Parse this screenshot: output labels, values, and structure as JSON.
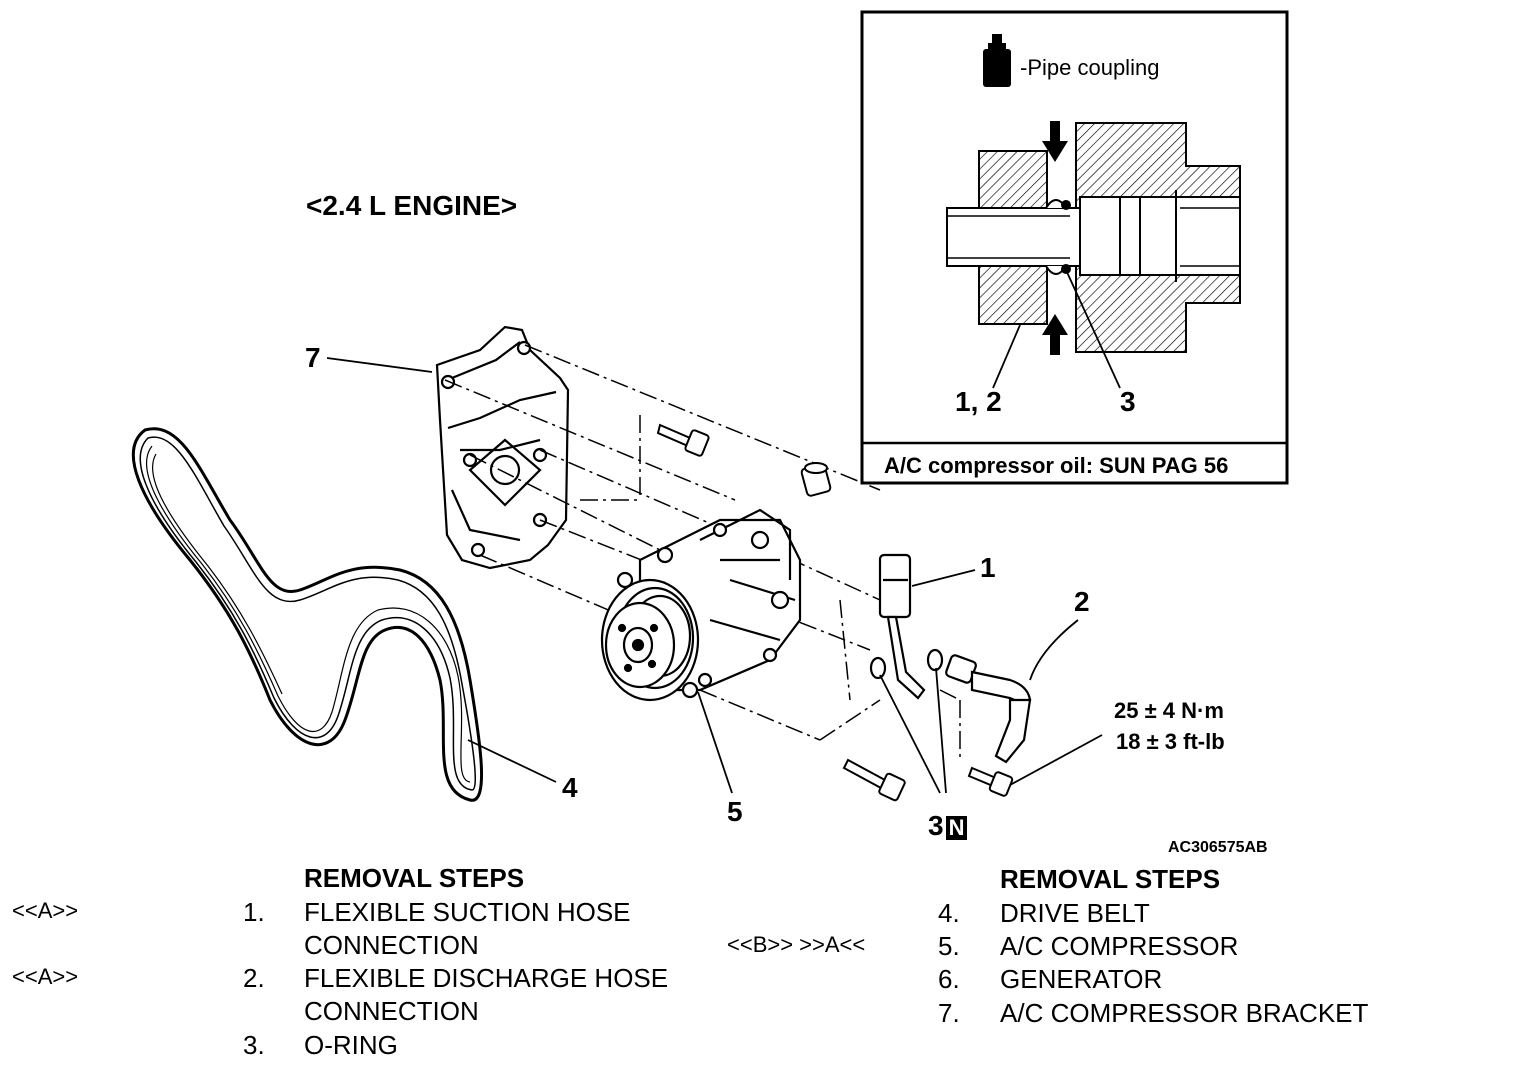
{
  "engine_label": "<2.4 L ENGINE>",
  "inset": {
    "pipe_coupling_label": "-Pipe coupling",
    "callout_1_2": "1, 2",
    "callout_3": "3",
    "oil_note": "A/C compressor oil:  SUN PAG 56"
  },
  "callouts": {
    "c1": "1",
    "c2": "2",
    "c3": "3",
    "c3_badge": "N",
    "c4": "4",
    "c5": "5",
    "c7": "7"
  },
  "torque": {
    "line1": "25 ± 4 N·m",
    "line2": "18 ± 3 ft-lb"
  },
  "figure_code": "AC306575AB",
  "removal_left": {
    "heading": "REMOVAL STEPS",
    "rows": [
      {
        "mark": "<<A>>",
        "num": "1.",
        "text": "FLEXIBLE SUCTION HOSE"
      },
      {
        "mark": "",
        "num": "",
        "text": "CONNECTION"
      },
      {
        "mark": "<<A>>",
        "num": "2.",
        "text": "FLEXIBLE DISCHARGE HOSE"
      },
      {
        "mark": "",
        "num": "",
        "text": "CONNECTION"
      },
      {
        "mark": "",
        "num": "3.",
        "text": "O-RING"
      }
    ]
  },
  "removal_right": {
    "heading": "REMOVAL STEPS",
    "rows": [
      {
        "mark": "",
        "num": "4.",
        "text": "DRIVE BELT"
      },
      {
        "mark": "<<B>>  >>A<<",
        "num": "5.",
        "text": "A/C COMPRESSOR"
      },
      {
        "mark": "",
        "num": "6.",
        "text": "GENERATOR"
      },
      {
        "mark": "",
        "num": "7.",
        "text": "A/C COMPRESSOR BRACKET"
      }
    ]
  }
}
